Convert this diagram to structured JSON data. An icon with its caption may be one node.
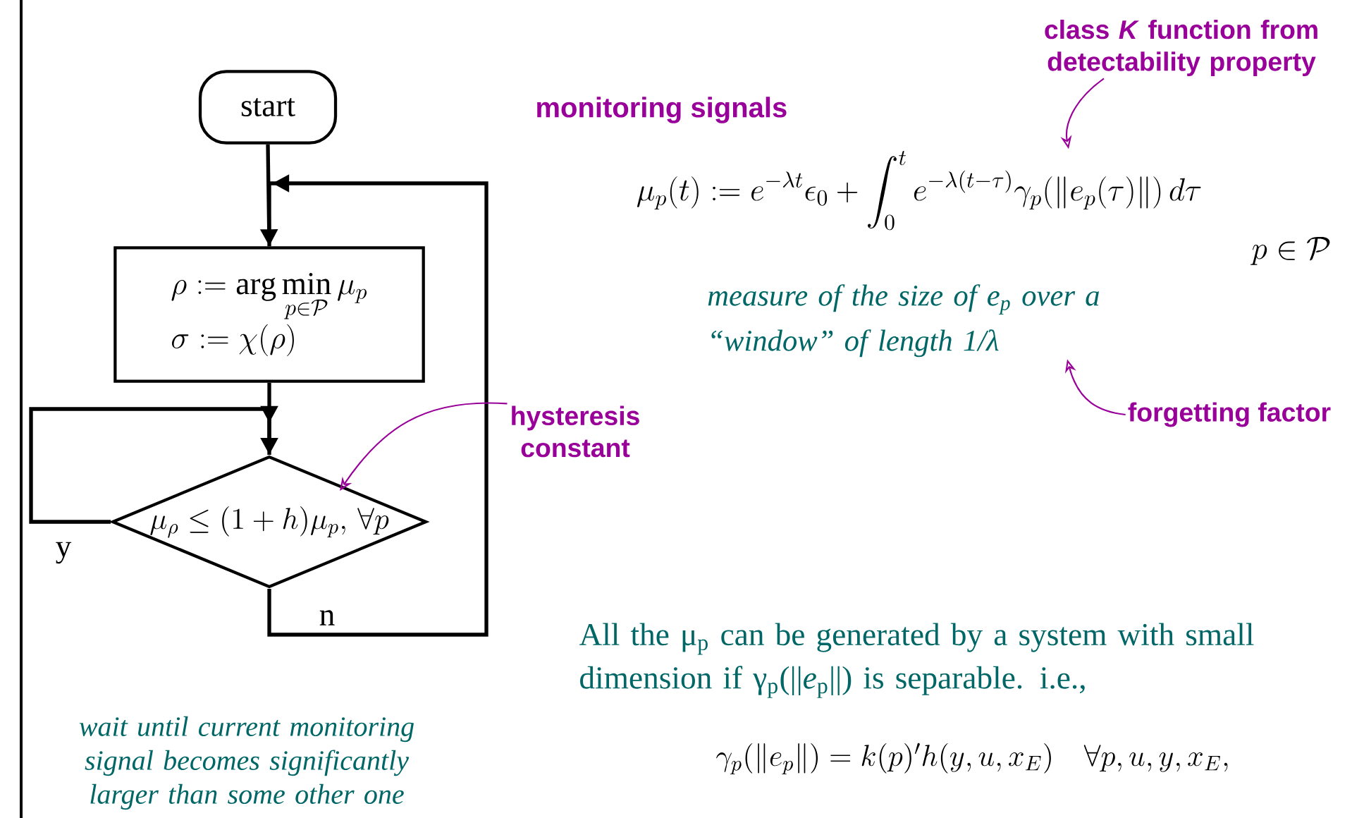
{
  "diagram": {
    "nodes": [
      {
        "text": [
          "start"
        ]
      },
      {
        "text": [
          "\\rho := \\arg\\min_{p\\in\\mathcal{P}} \\mu_p",
          "\\sigma := \\chi(\\rho)"
        ]
      },
      {
        "text": [
          "\\mu_\\rho \\leq (1+h)\\mu_p,\\, \\forall p"
        ]
      },
      {
        "text": [
          "hysteresis constant"
        ]
      },
      {
        "text": [
          "class *K* function from detectability property"
        ]
      },
      {
        "text": [
          "forgetting factor"
        ]
      },
      {
        "text": [
          "\\mu_p(t) := e^{-\\lambda t}\\epsilon_0 + \\int_0^t e^{-\\lambda(t-\\tau)}\\gamma_p(\\|e_p(\\tau)\\|)\\,d\\tau"
        ]
      },
      {
        "text": [
          "measure of the size of e$_{p}$ over a “window” of length 1/λ"
        ]
      }
    ],
    "edges": [
      {
        "from": 0,
        "to": 1,
        "arrow": "to"
      },
      {
        "from": 1,
        "to": 2,
        "arrow": "to"
      },
      {
        "from": 2,
        "to": 2,
        "arrow": "to",
        "label": "y"
      },
      {
        "from": 2,
        "to": 1,
        "arrow": "to",
        "label": "n"
      },
      {
        "from": 3,
        "to": 2,
        "arrow": "to",
        "color": "#990099"
      },
      {
        "from": 4,
        "to": 6,
        "arrow": "to",
        "color": "#990099"
      },
      {
        "from": 5,
        "to": 7,
        "arrow": "to",
        "color": "#990099"
      }
    ],
    "labels": [
      "monitoring signals",
      "p \\in \\mathcal{P}",
      "All the μ$_{p}$ can be generated by a system with small dimension if γ$_{p}$(||*e*$_{p}$||) is separable. i.e.,",
      "\\gamma_p(\\|e_p\\|) = k(p)'h(y,u,x_E) \\quad \\forall p,u,y,x_E,",
      "wait until current monitoring signal becomes significantly larger than some other one"
    ]
  }
}
